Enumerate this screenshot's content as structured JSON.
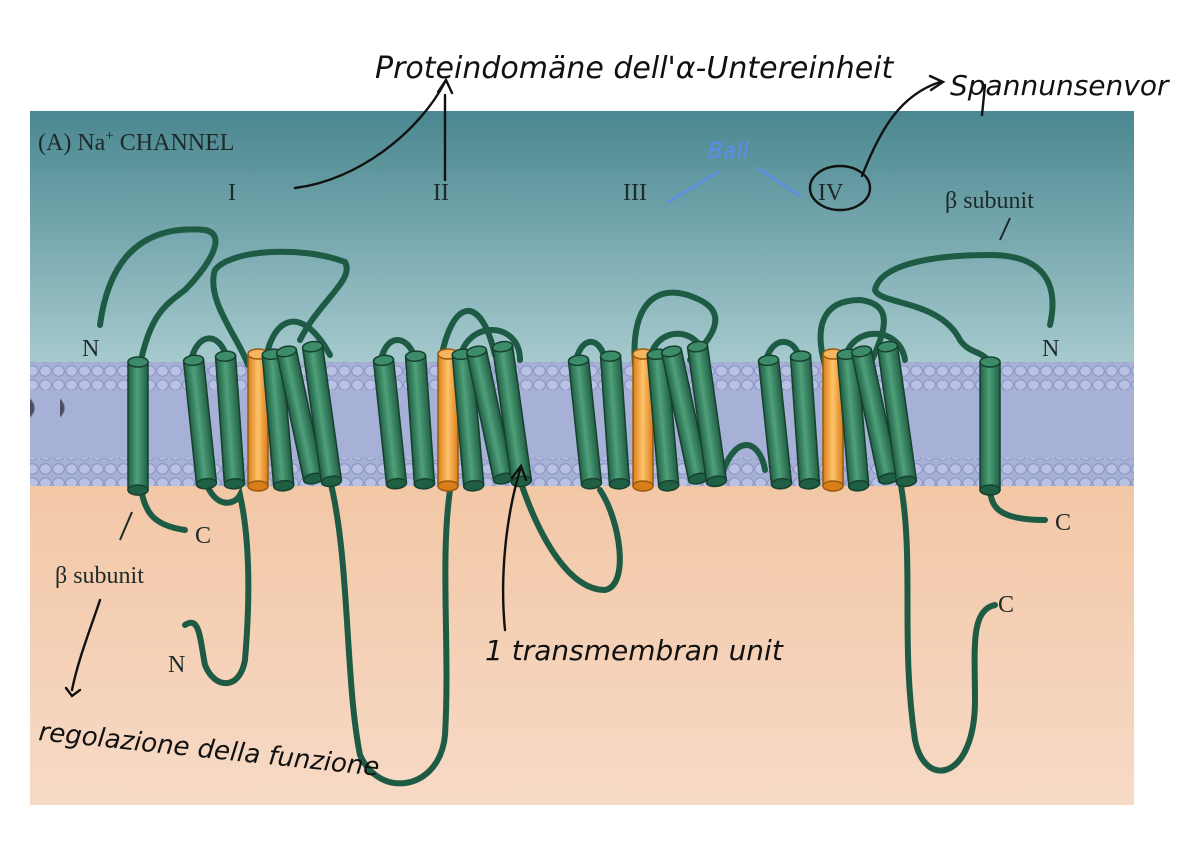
{
  "figure": {
    "panel_title": "(A) Na",
    "panel_title_sup": "+",
    "panel_title_rest": " CHANNEL",
    "domains": [
      "I",
      "II",
      "III",
      "IV"
    ],
    "beta_subunit_top": "β subunit",
    "beta_subunit_bottom": "β subunit",
    "terminal_labels": {
      "n_left": "N",
      "n_right": "N",
      "n_alpha": "N",
      "c_left": "C",
      "c_right": "C",
      "c_alpha": "C"
    }
  },
  "annotations": {
    "domains_note": "Proteindomäne dell'α-Untereinheit",
    "voltage_sensor": "Spannunsenvor",
    "ball": "Ball",
    "transmembrane": "1 transmembran unit",
    "regulation": "regolazione della funzione"
  },
  "colors": {
    "extracellular": "#4f8c94",
    "intracellular": "#efc2a0",
    "membrane": "#a8b2d6",
    "helix": "#2f7a5c",
    "pore_helix": "#f0a040",
    "chain": "#1e5b45",
    "ball_annotation": "#5b8def",
    "ink": "#111111"
  }
}
